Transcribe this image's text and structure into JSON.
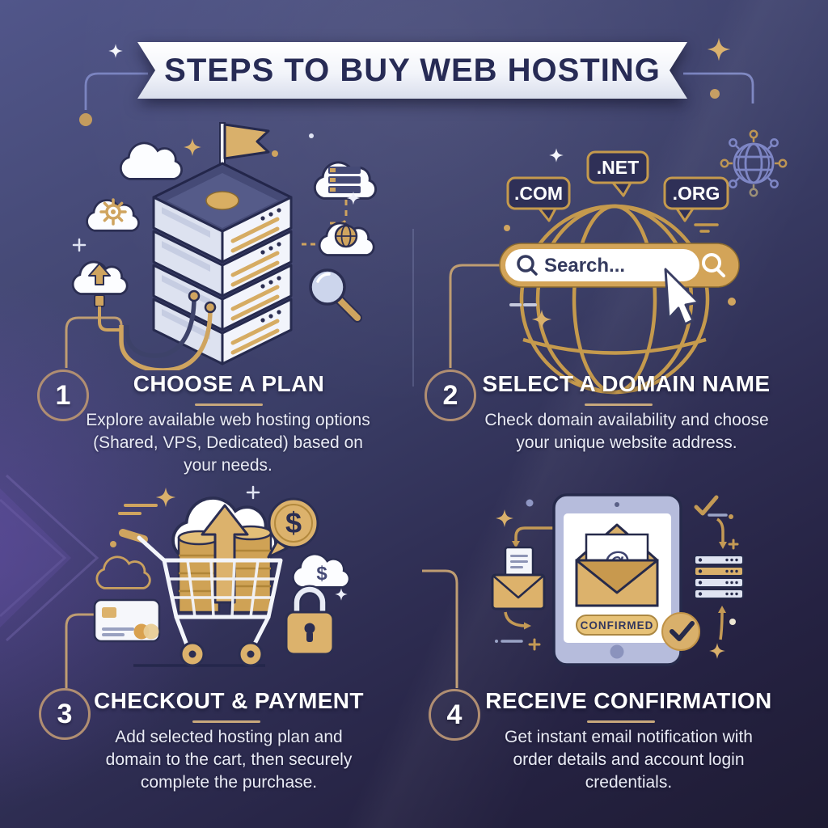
{
  "banner": {
    "title": "STEPS TO BUY WEB HOSTING"
  },
  "steps": [
    {
      "number": "1",
      "heading": "CHOOSE A PLAN",
      "description": "Explore available web hosting options (Shared, VPS, Dedicated) based on your needs."
    },
    {
      "number": "2",
      "heading": "SELECT A DOMAIN NAME",
      "description": "Check domain availability and choose your unique website address."
    },
    {
      "number": "3",
      "heading": "CHECKOUT & PAYMENT",
      "description": "Add selected hosting plan and domain to the cart, then securely complete the purchase."
    },
    {
      "number": "4",
      "heading": "RECEIVE CONFIRMATION",
      "description": "Get instant email notification with order details and account login credentials."
    }
  ],
  "domain_search": {
    "placeholder": "Search...",
    "tlds": [
      ".COM",
      ".NET",
      ".ORG"
    ]
  },
  "confirmation": {
    "badge": "CONFIRMED"
  },
  "glyphs": {
    "at_symbol": "@",
    "dollar": "$"
  },
  "colors": {
    "background_top": "#51568a",
    "background_bottom": "#1e1b33",
    "gold": "#d2a85f",
    "gold_line": "#bf9d72",
    "ring_gold": "#b08e72",
    "banner_text": "#272b55",
    "text_white": "#ffffff",
    "periwinkle": "#7b84c0",
    "navy_outline": "#2b2e52"
  }
}
